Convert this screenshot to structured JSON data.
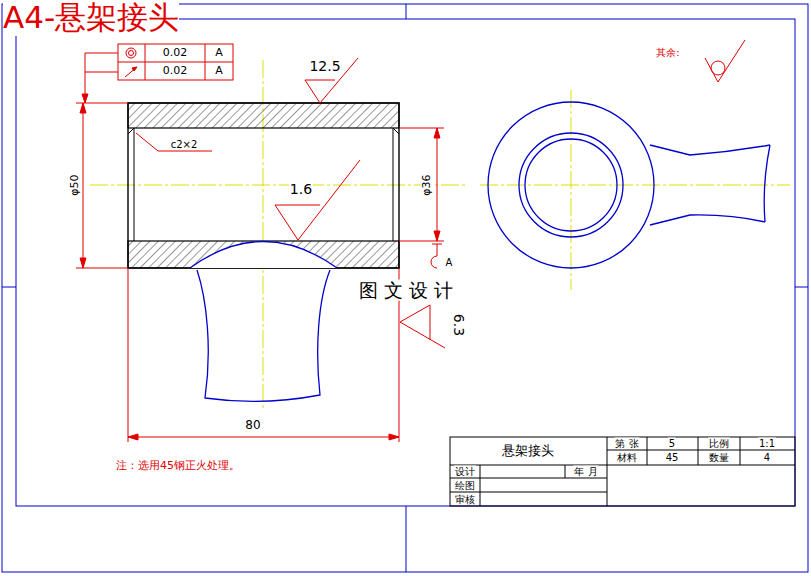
{
  "diagram": {
    "title": "A4-悬架接头",
    "labels": [
      "0.02",
      "A",
      "0.02",
      "A",
      "12.5",
      "c2×2",
      "1.6",
      "φ50",
      "φ36",
      "A",
      "图 文 设 计",
      "6.3",
      "80",
      "其余:",
      "注：选用45钢正火处理。",
      "悬架接头",
      "第 张",
      "5",
      "比例",
      "1:1",
      "材料",
      "45",
      "数量",
      "4",
      "设计",
      "年 月",
      "绘图",
      "审核"
    ]
  }
}
